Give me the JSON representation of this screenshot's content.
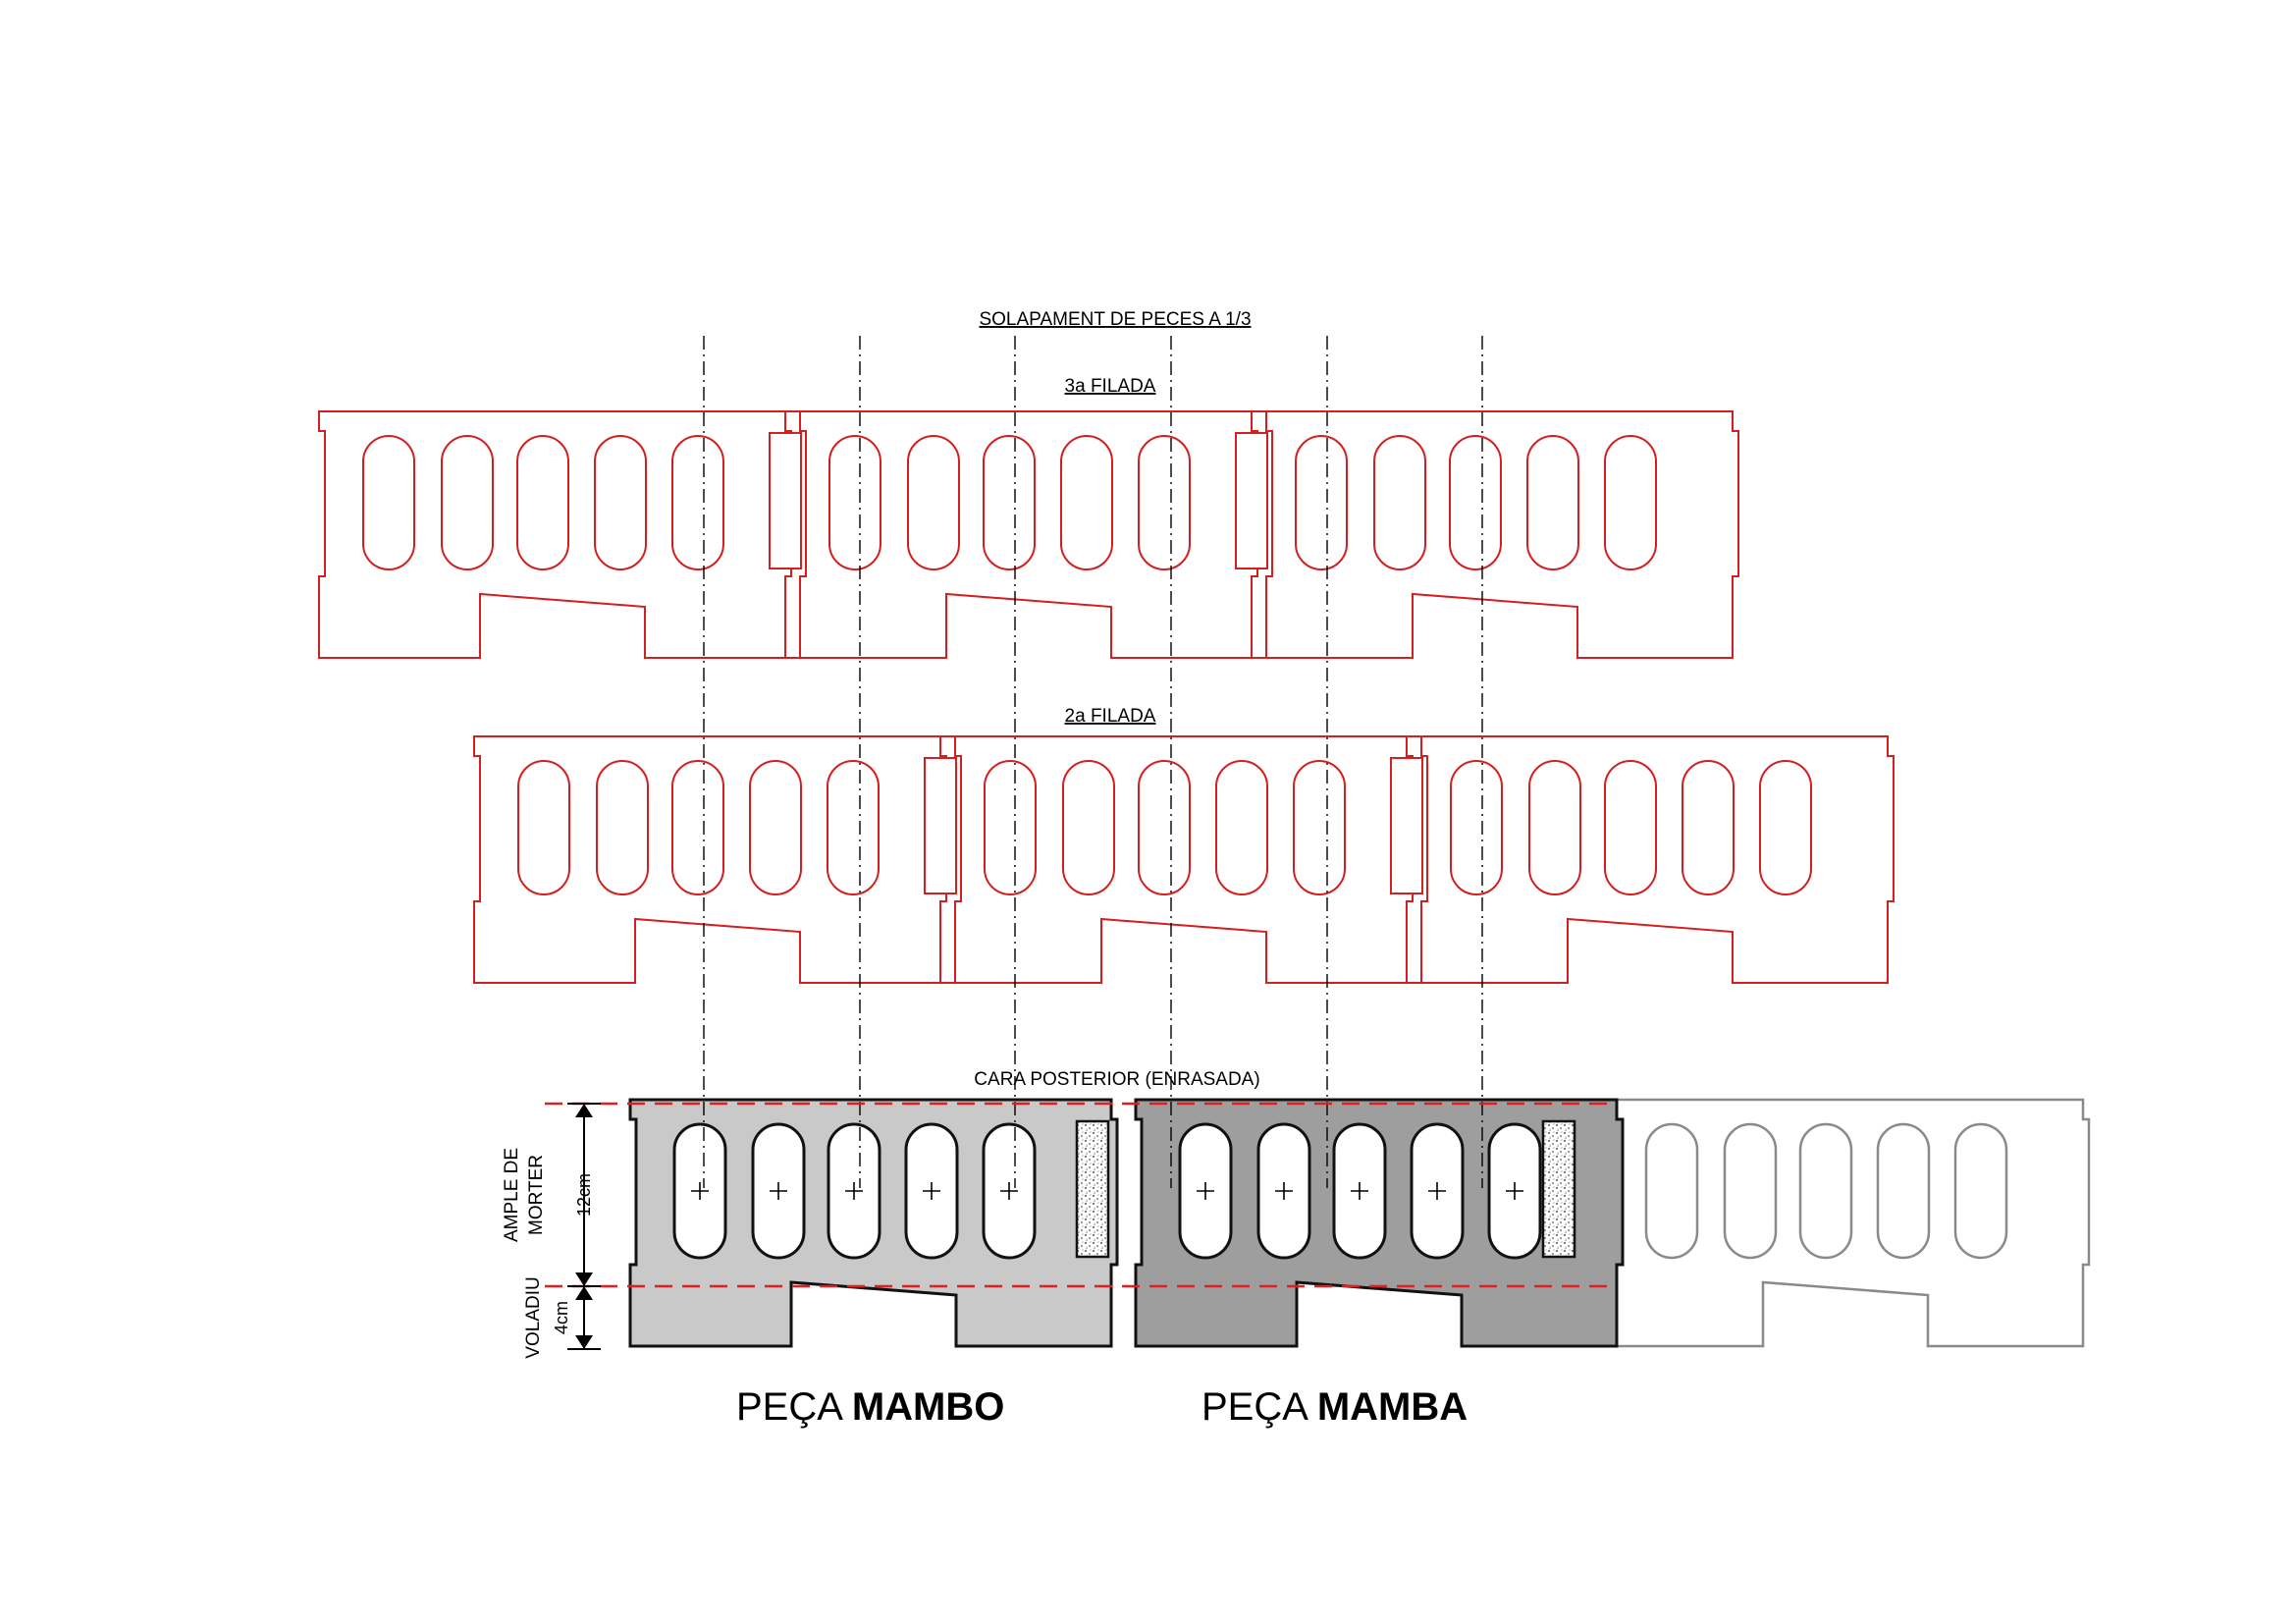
{
  "title": "SOLAPAMENT DE PECES A 1/3",
  "rows": {
    "third": "3a FILADA",
    "second": "2a FILADA",
    "back": "CARA POSTERIOR (ENRASADA)"
  },
  "dimensions": {
    "ample_de_morter": [
      "AMPLE DE",
      "MORTER"
    ],
    "ample_value": "12cm",
    "voladiu": "VOLADIU",
    "voladiu_value": "4cm"
  },
  "pieces": [
    {
      "prefix": "PEÇA ",
      "name": "MAMBO"
    },
    {
      "prefix": "PEÇA ",
      "name": "MAMBA"
    }
  ],
  "colors": {
    "outline_red": "#d21f1f",
    "mambo_fill": "#c9c9c9",
    "mamba_fill": "#9e9e9e",
    "ghost_outline": "#8a8a8a",
    "mortar_line": "#e02020"
  }
}
